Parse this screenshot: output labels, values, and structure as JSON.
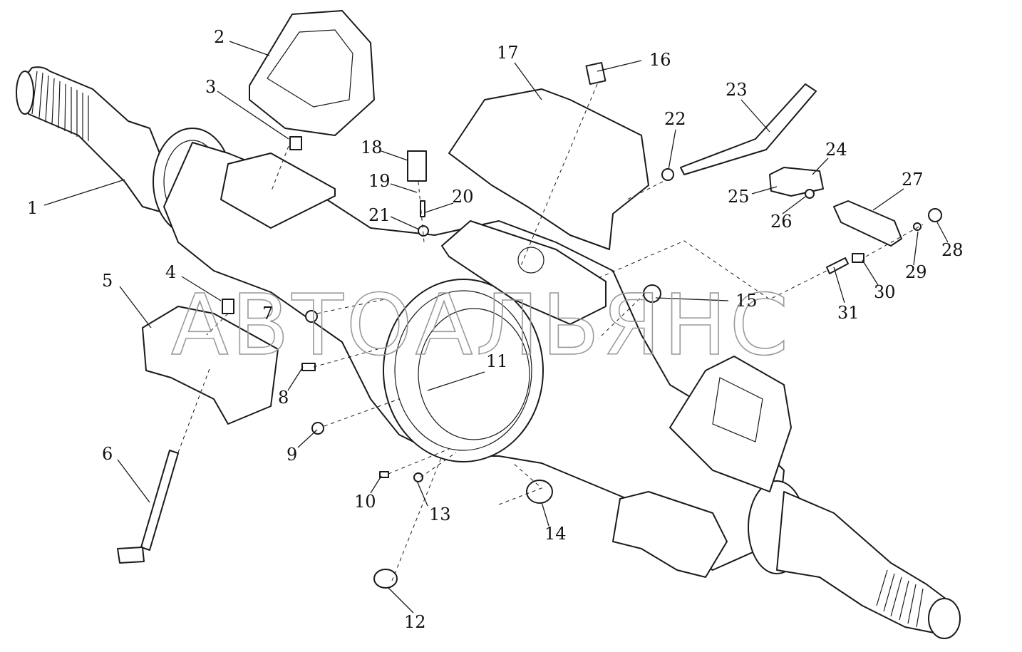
{
  "watermark": "АВТОАЛЬЯНС",
  "callouts": [
    "1",
    "2",
    "3",
    "4",
    "5",
    "6",
    "7",
    "8",
    "9",
    "10",
    "11",
    "12",
    "13",
    "14",
    "15",
    "16",
    "17",
    "18",
    "19",
    "20",
    "21",
    "22",
    "23",
    "24",
    "25",
    "26",
    "27",
    "28",
    "29",
    "30",
    "31"
  ]
}
